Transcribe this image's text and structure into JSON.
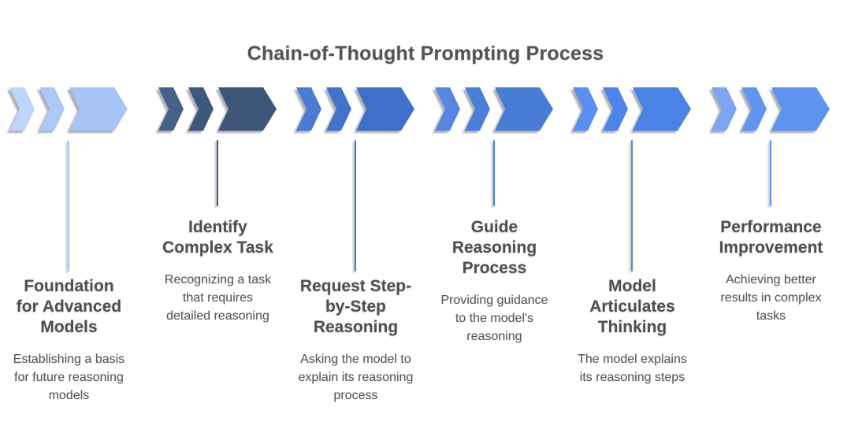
{
  "diagram": {
    "title": "Chain-of-Thought Prompting Process",
    "title_color": "#525457",
    "background_color": "#ffffff",
    "text_color_title": "#4d4f53",
    "text_color_description": "#55575b",
    "steps": [
      {
        "title": "Identify\nComplex Task",
        "description": "Recognizing a task\nthat requires\ndetailed reasoning",
        "position": "high",
        "chevron_colors": [
          "#46608a",
          "#3e577c",
          "#3c5578"
        ],
        "line_color": "#3e5678"
      },
      {
        "title": "Request Step-\nby-Step\nReasoning",
        "description": "Asking the model to\nexplain its reasoning\nprocess",
        "position": "low",
        "chevron_colors": [
          "#4b7bd3",
          "#4173cb",
          "#3f70c8"
        ],
        "line_color": "#4375d0"
      },
      {
        "title": "Guide\nReasoning\nProcess",
        "description": "Providing guidance\nto the model's\nreasoning",
        "position": "high",
        "chevron_colors": [
          "#5887e1",
          "#4b7ed8",
          "#497cd5"
        ],
        "line_color": "#4c80dd"
      },
      {
        "title": "Model\nArticulates\nThinking",
        "description": "The model explains\nits reasoning steps",
        "position": "low",
        "chevron_colors": [
          "#5b8ef1",
          "#4d84ea",
          "#4b82e8"
        ],
        "line_color": "#4f85ea"
      },
      {
        "title": "Performance\nImprovement",
        "description": "Achieving better\nresults in complex\ntasks",
        "position": "high",
        "chevron_colors": [
          "#7da5f4",
          "#6095f3",
          "#5e93f2"
        ],
        "line_color": "#5f93f1"
      },
      {
        "title": "Foundation\nfor Advanced\nModels",
        "description": "Establishing a basis\nfor future reasoning\nmodels",
        "position": "low",
        "chevron_colors": [
          "#bed4fa",
          "#abc8f8",
          "#a8c5f7"
        ],
        "line_color": "#a9c5f6"
      }
    ]
  }
}
